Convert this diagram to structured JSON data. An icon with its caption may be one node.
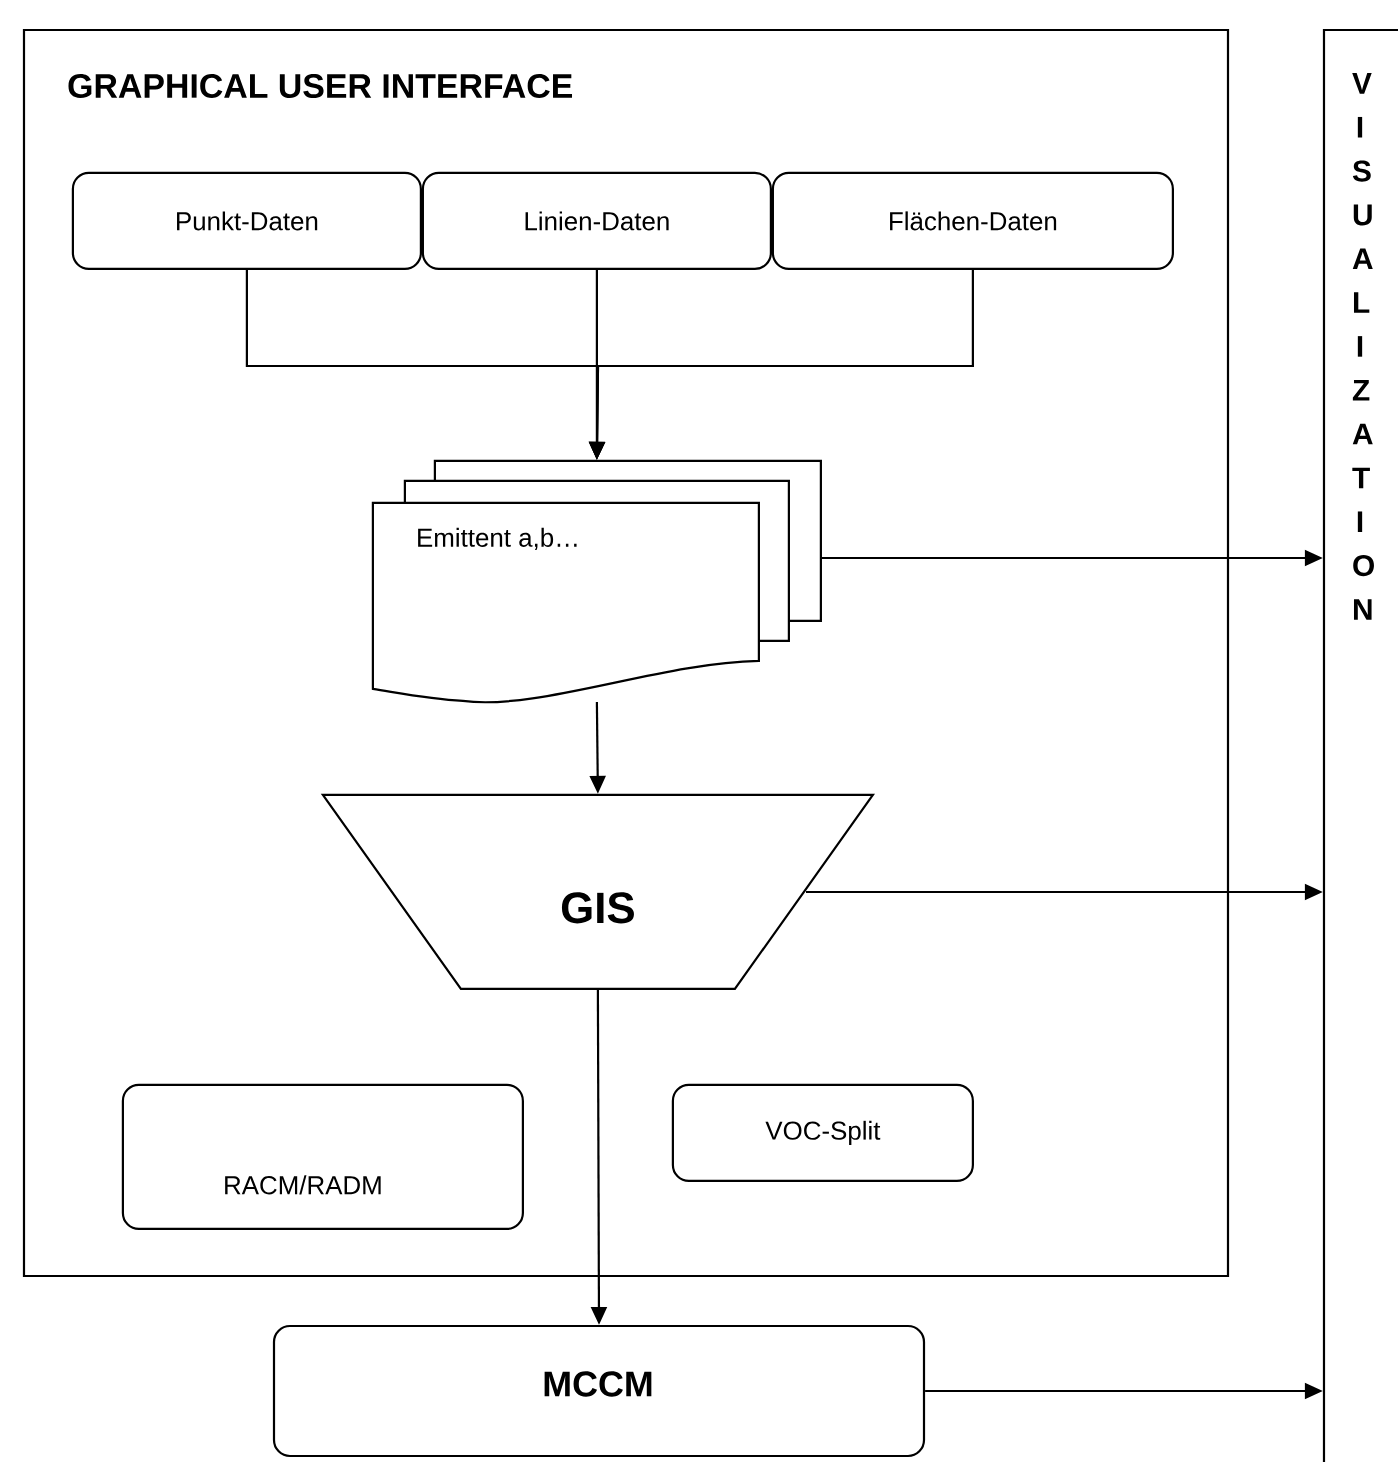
{
  "diagram": {
    "nodes": [
      {
        "text": [
          "GRAPHICAL USER INTERFACE"
        ]
      },
      {
        "text": [
          "Punkt-Daten"
        ],
        "in": 0
      },
      {
        "text": [
          "Linien-Daten"
        ],
        "in": 0
      },
      {
        "text": [
          "Flächen-Daten"
        ],
        "in": 0
      },
      {
        "text": [
          "Emittent a,b…"
        ],
        "in": 0
      },
      {
        "text": [
          "GIS"
        ],
        "in": 0
      },
      {
        "text": [
          "RACM/RADM"
        ],
        "in": 0
      },
      {
        "text": [
          "VOC-Split"
        ],
        "in": 0
      },
      {
        "text": [
          "MCCM"
        ]
      },
      {
        "text": [
          "VISUALIZATION"
        ]
      }
    ],
    "edges": [
      {
        "from": 1,
        "to": 4,
        "arrow": "to"
      },
      {
        "from": 2,
        "to": 4,
        "arrow": "to"
      },
      {
        "from": 3,
        "to": 4,
        "arrow": "to"
      },
      {
        "from": 4,
        "to": 9,
        "arrow": "to"
      },
      {
        "from": 4,
        "to": 5,
        "arrow": "to"
      },
      {
        "from": 5,
        "to": 9,
        "arrow": "to"
      },
      {
        "from": 5,
        "to": 8,
        "arrow": "to"
      },
      {
        "from": 8,
        "to": 9,
        "arrow": "to"
      }
    ]
  }
}
